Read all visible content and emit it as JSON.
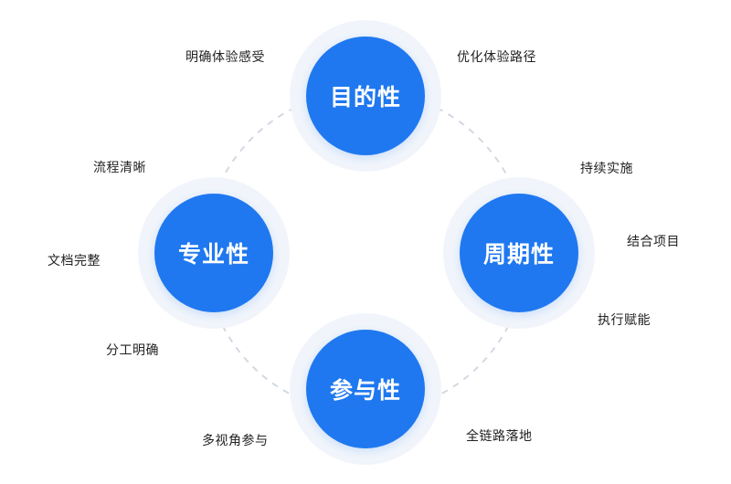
{
  "nodes": {
    "top": "目的性",
    "left": "专业性",
    "right": "周期性",
    "bottom": "参与性"
  },
  "labels": {
    "top_left": "明确体验感受",
    "top_right": "优化体验路径",
    "left_top": "流程清晰",
    "left_mid": "文档完整",
    "left_bottom": "分工明确",
    "right_top": "持续实施",
    "right_mid": "结合项目",
    "right_bottom": "执行赋能",
    "bottom_left": "多视角参与",
    "bottom_right": "全链路落地"
  },
  "colors": {
    "accent": "#1f78f0",
    "halo": "#f1f5fb",
    "ring": "#d3d9e2",
    "text": "#222222"
  }
}
